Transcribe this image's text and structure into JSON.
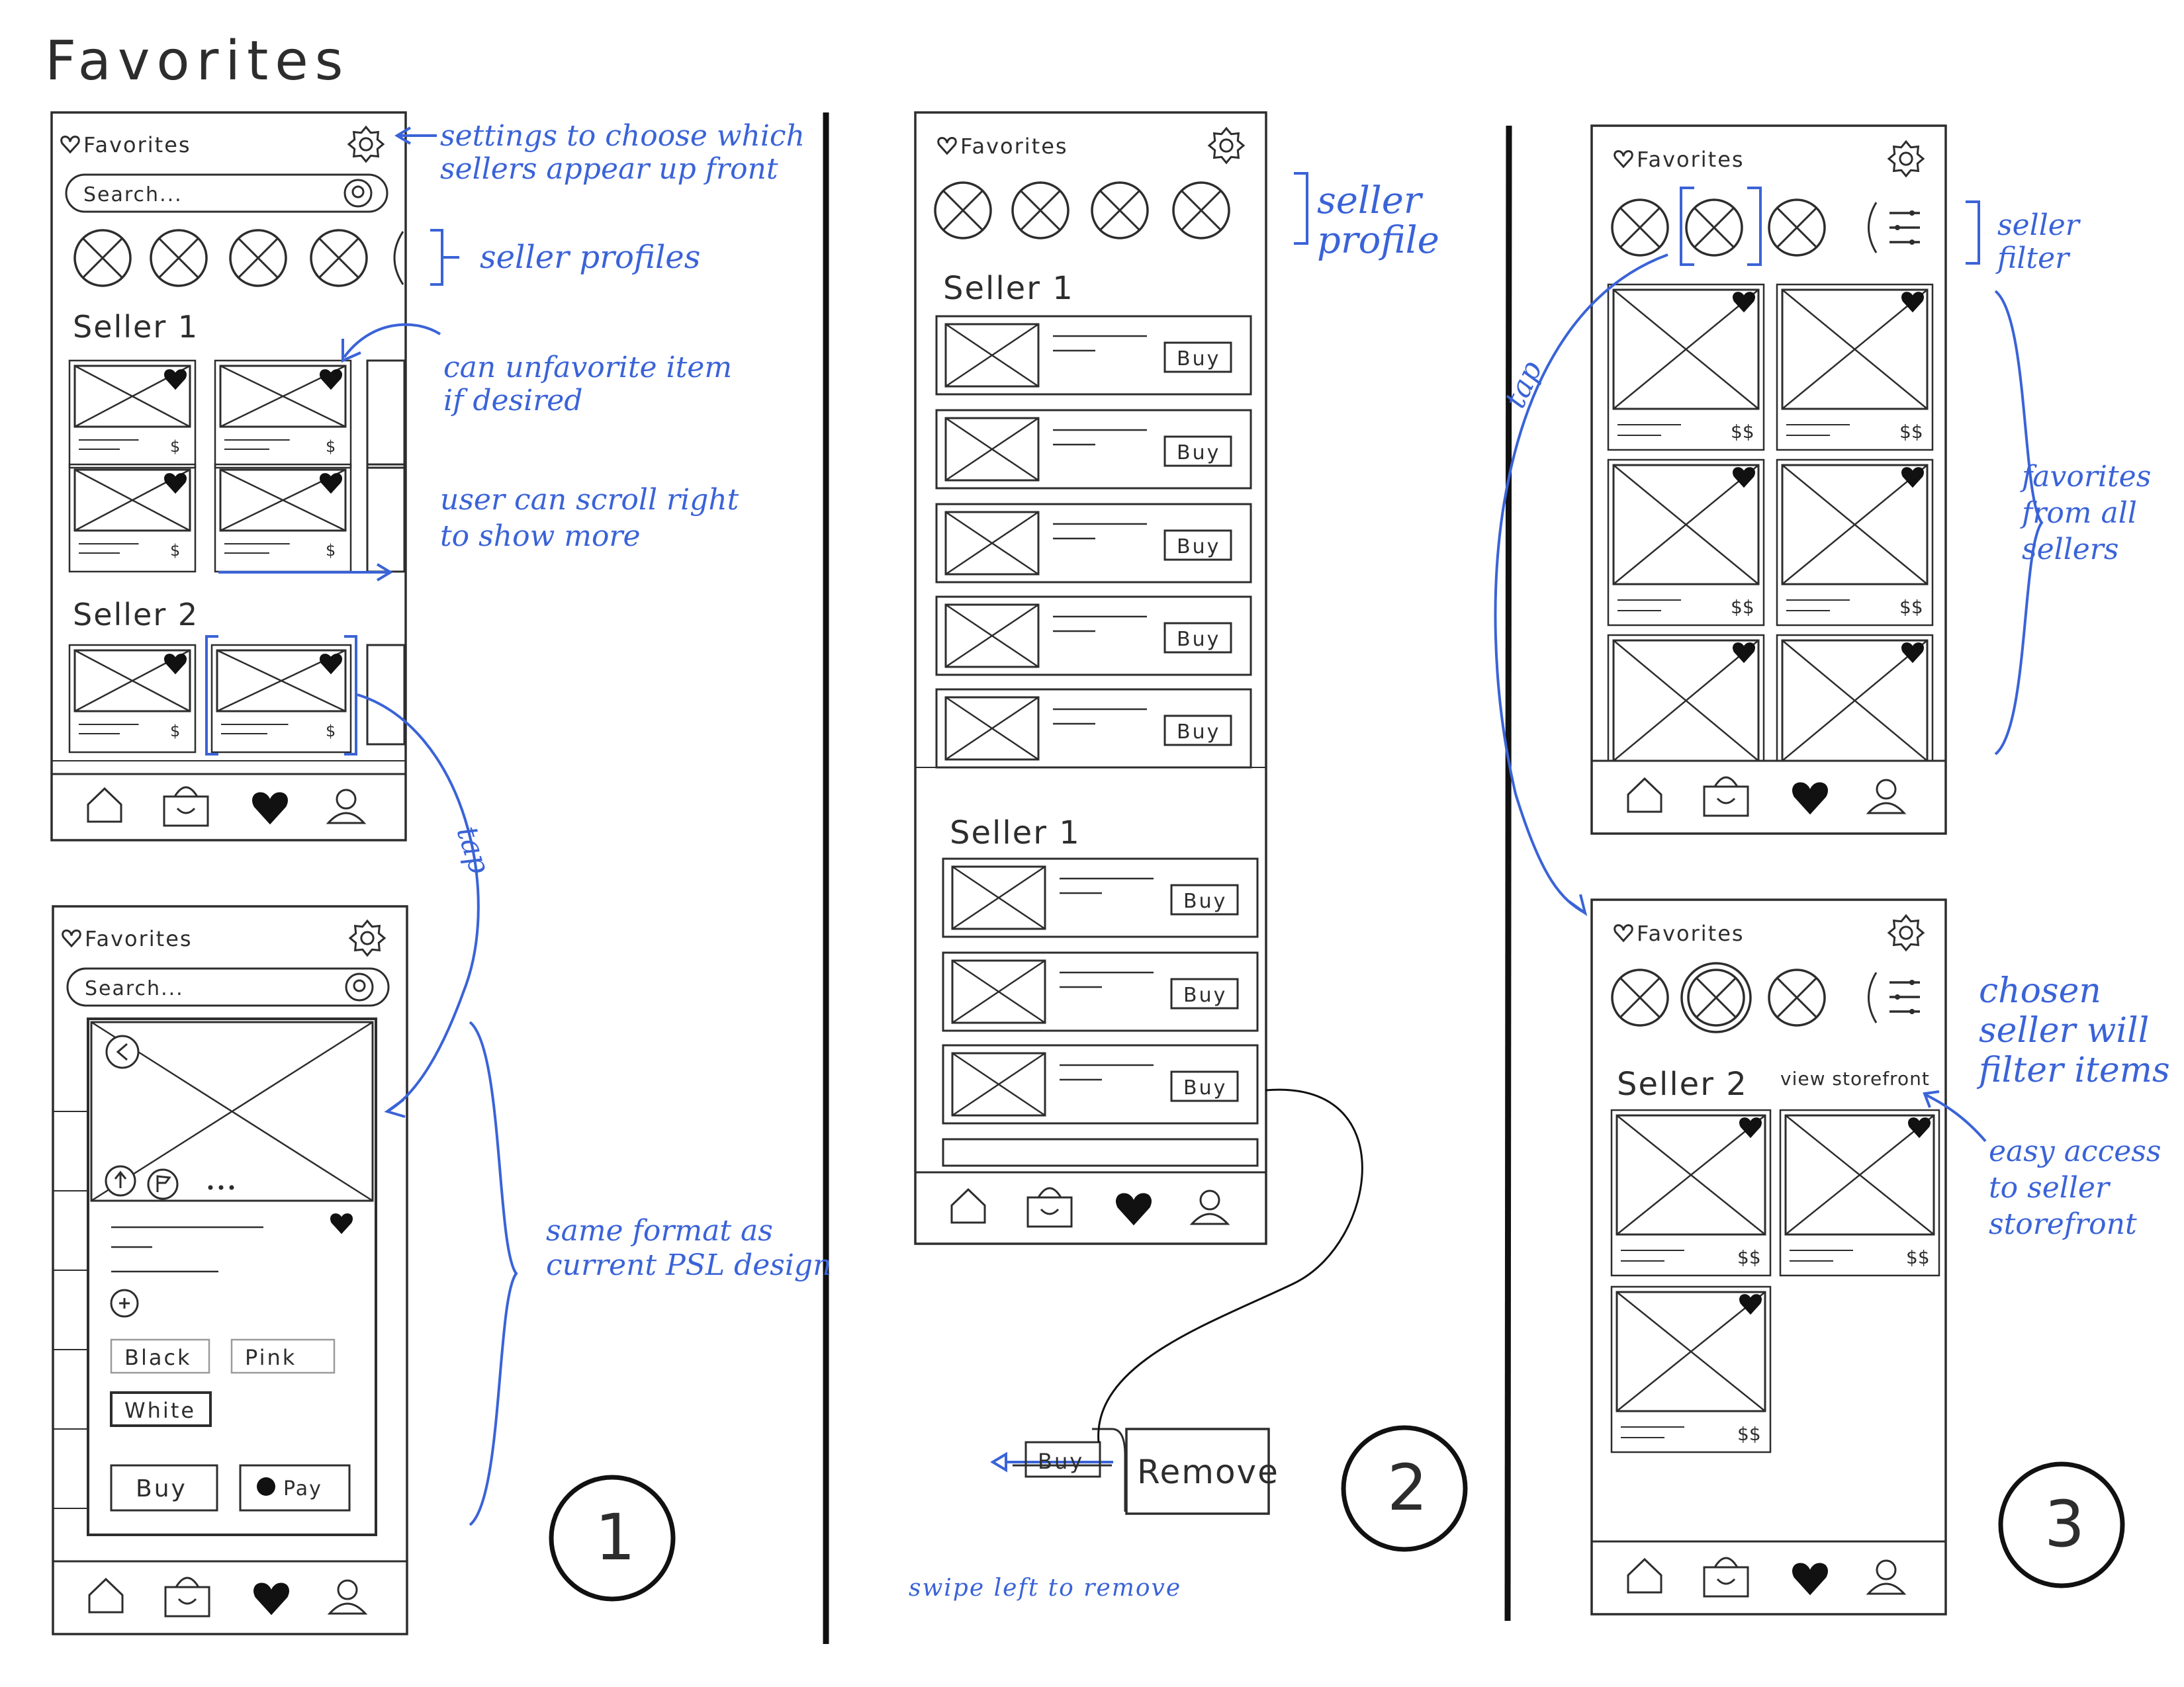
{
  "page": {
    "title": "Favorites"
  },
  "colors": {
    "pencil": "#2d2d2d",
    "annotation": "#3a63d8"
  },
  "phone": {
    "header_title": "Favorites",
    "search_placeholder": "Search...",
    "buy_label": "Buy",
    "remove_label": "Remove",
    "view_storefront": "view storefront",
    "apple_pay": "Pay",
    "color_options": [
      "Black",
      "Pink",
      "White"
    ]
  },
  "sections": {
    "seller1": "Seller 1",
    "seller2": "Seller 2"
  },
  "annotations": {
    "settings": [
      "settings to choose which",
      "sellers appear up front"
    ],
    "seller_profiles": "seller profiles",
    "unfavorite": [
      "can unfavorite item",
      "if desired"
    ],
    "scroll": [
      "user can scroll right",
      "to show more"
    ],
    "tap": "tap",
    "same_format": [
      "same format as",
      "current PSL design"
    ],
    "seller_profile_2": [
      "seller",
      "profile"
    ],
    "swipe": "swipe left to remove",
    "seller_filter": [
      "seller",
      "filter"
    ],
    "favorites_all": [
      "favorites",
      "from all",
      "sellers"
    ],
    "chosen_seller": [
      "chosen",
      "seller will",
      "filter items"
    ],
    "easy_access": [
      "easy access",
      "to seller",
      "storefront"
    ]
  },
  "price_labels": {
    "single": "$",
    "double": "$$"
  },
  "step_numbers": [
    "1",
    "2",
    "3"
  ]
}
